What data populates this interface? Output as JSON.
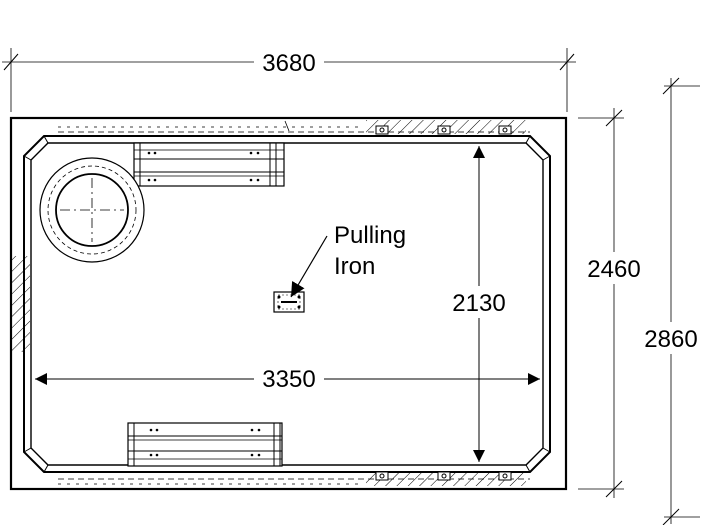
{
  "dimensions": {
    "overall_width": "3680",
    "inner_height": "2460",
    "overall_height": "2860",
    "internal_height": "2130",
    "internal_width": "3350"
  },
  "annotation": {
    "line1": "Pulling",
    "line2": "Iron"
  },
  "colors": {
    "line": "#000000",
    "background": "#ffffff"
  }
}
